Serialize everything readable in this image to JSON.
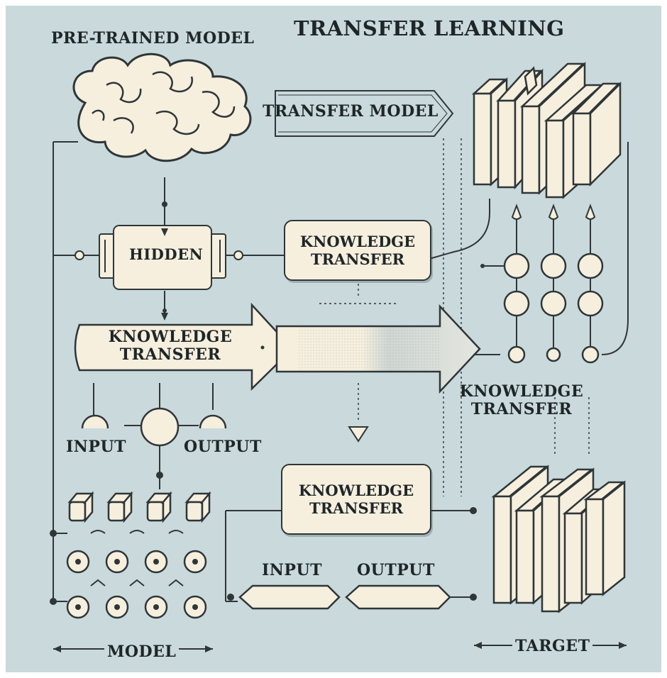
{
  "title": "TRANSFER LEARNING",
  "labels": {
    "pretrained": "PRE-TRAINED MODEL",
    "transfer_model": "TRANSFER MODEL",
    "hidden": "HIDDEN",
    "kt_box_top": "KNOWLEDGE TRANSFER",
    "kt_arrow": "KNOWLEDGE TRANSFER",
    "kt_right": "KNOWLEDGE TRANSFER",
    "kt_box_bottom": "KNOWLEDGE TRANSFER",
    "input_left": "INPUT",
    "output_left": "OUTPUT",
    "input_bottom": "INPUT",
    "output_bottom": "OUTPUT",
    "model": "MODEL",
    "target": "TARGET"
  },
  "colors": {
    "background": "#c9d9dc",
    "node_fill": "#f6efde",
    "stroke": "#2f3638"
  },
  "icons": {
    "brain": "brain-icon",
    "target_stack": "book-stack-icon"
  }
}
